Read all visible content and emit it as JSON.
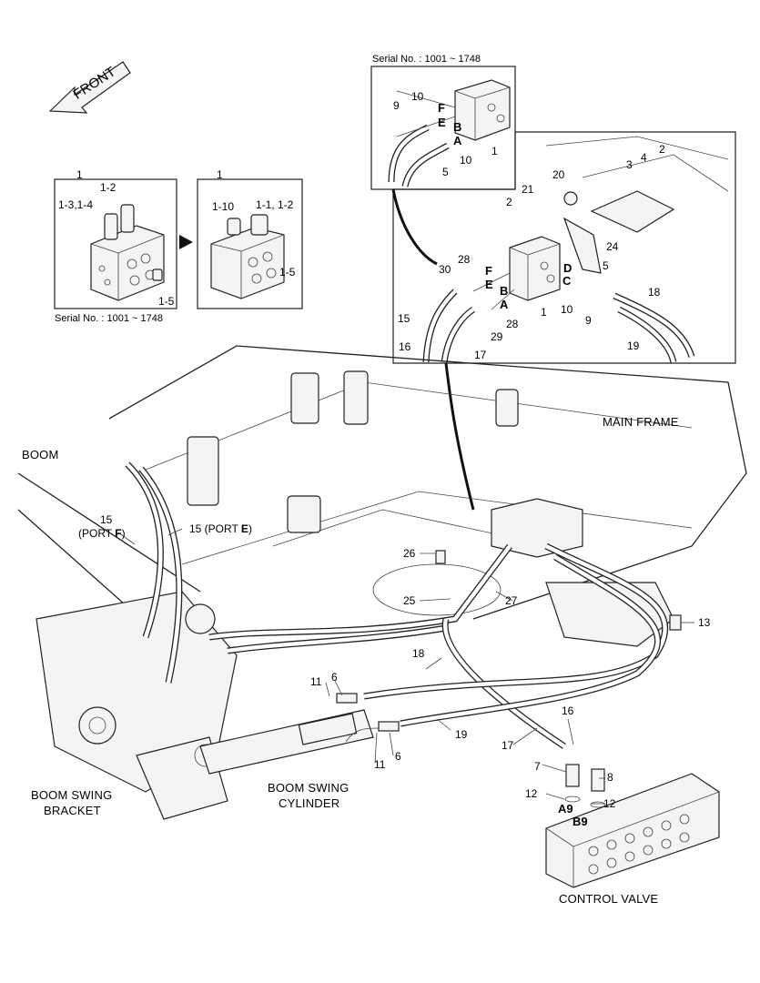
{
  "orientation": {
    "front": "FRONT"
  },
  "insets": {
    "before": {
      "serial": "Serial No. : 1001 ~ 1748",
      "labels": [
        "1",
        "1-2",
        "1-3,1-4",
        "1-5"
      ]
    },
    "after": {
      "labels": [
        "1",
        "1-10",
        "1-1, 1-2",
        "1-5"
      ]
    },
    "top_detail": {
      "serial": "Serial No. : 1001 ~ 1748",
      "labels": [
        "10",
        "9",
        "F",
        "E",
        "B",
        "A",
        "10",
        "5",
        "1"
      ]
    },
    "right_detail": {
      "labels": [
        "2",
        "3",
        "4",
        "20",
        "21",
        "2",
        "24",
        "28",
        "30",
        "F",
        "E",
        "D",
        "5",
        "B",
        "A",
        "C",
        "18",
        "10",
        "28",
        "9",
        "15",
        "1",
        "29",
        "16",
        "17",
        "19"
      ]
    }
  },
  "main": {
    "region_labels": {
      "boom": "BOOM",
      "main_frame": "MAIN FRAME",
      "boom_swing_bracket_1": "BOOM SWING",
      "boom_swing_bracket_2": "BRACKET",
      "boom_swing_cylinder_1": "BOOM SWING",
      "boom_swing_cylinder_2": "CYLINDER",
      "control_valve": "CONTROL VALVE"
    },
    "port_f": {
      "num": "15",
      "open": "(PORT ",
      "letter": "F",
      "close": ")"
    },
    "port_e": {
      "num": "15 (PORT ",
      "letter": "E",
      "close": ")"
    },
    "callouts": {
      "c26": "26",
      "c25": "25",
      "c27": "27",
      "c13": "13",
      "c18": "18",
      "c11a": "11",
      "c6a": "6",
      "c11b": "11",
      "c6b": "6",
      "c19": "19",
      "c16": "16",
      "c17": "17",
      "c7": "7",
      "c8": "8",
      "c12a": "12",
      "c12b": "12",
      "a9": "A9",
      "b9": "B9"
    }
  },
  "colors": {
    "line": "#222222",
    "background": "#ffffff"
  }
}
